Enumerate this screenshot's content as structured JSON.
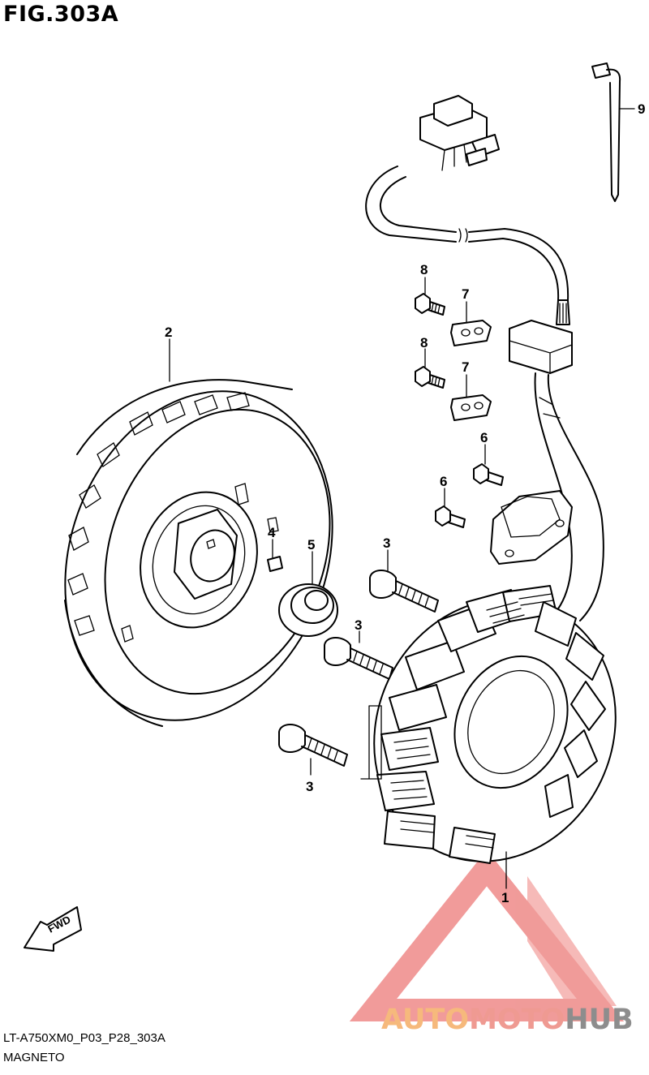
{
  "figure": {
    "title": "FIG.303A",
    "code": "LT-A750XM0_P03_P28_303A",
    "description": "MAGNETO"
  },
  "callouts": [
    "1",
    "2",
    "3",
    "3",
    "3",
    "4",
    "5",
    "6",
    "6",
    "7",
    "7",
    "8",
    "8",
    "9"
  ],
  "fwd_label": "FWD",
  "watermark": {
    "part_auto": "AUTO",
    "part_moto": "MOTO",
    "part_hub": "HUB",
    "color_auto": "#f6b97c",
    "color_moto": "#ef9a92",
    "color_hub": "#8d8d8d",
    "logo_color": "#ec7a78"
  }
}
